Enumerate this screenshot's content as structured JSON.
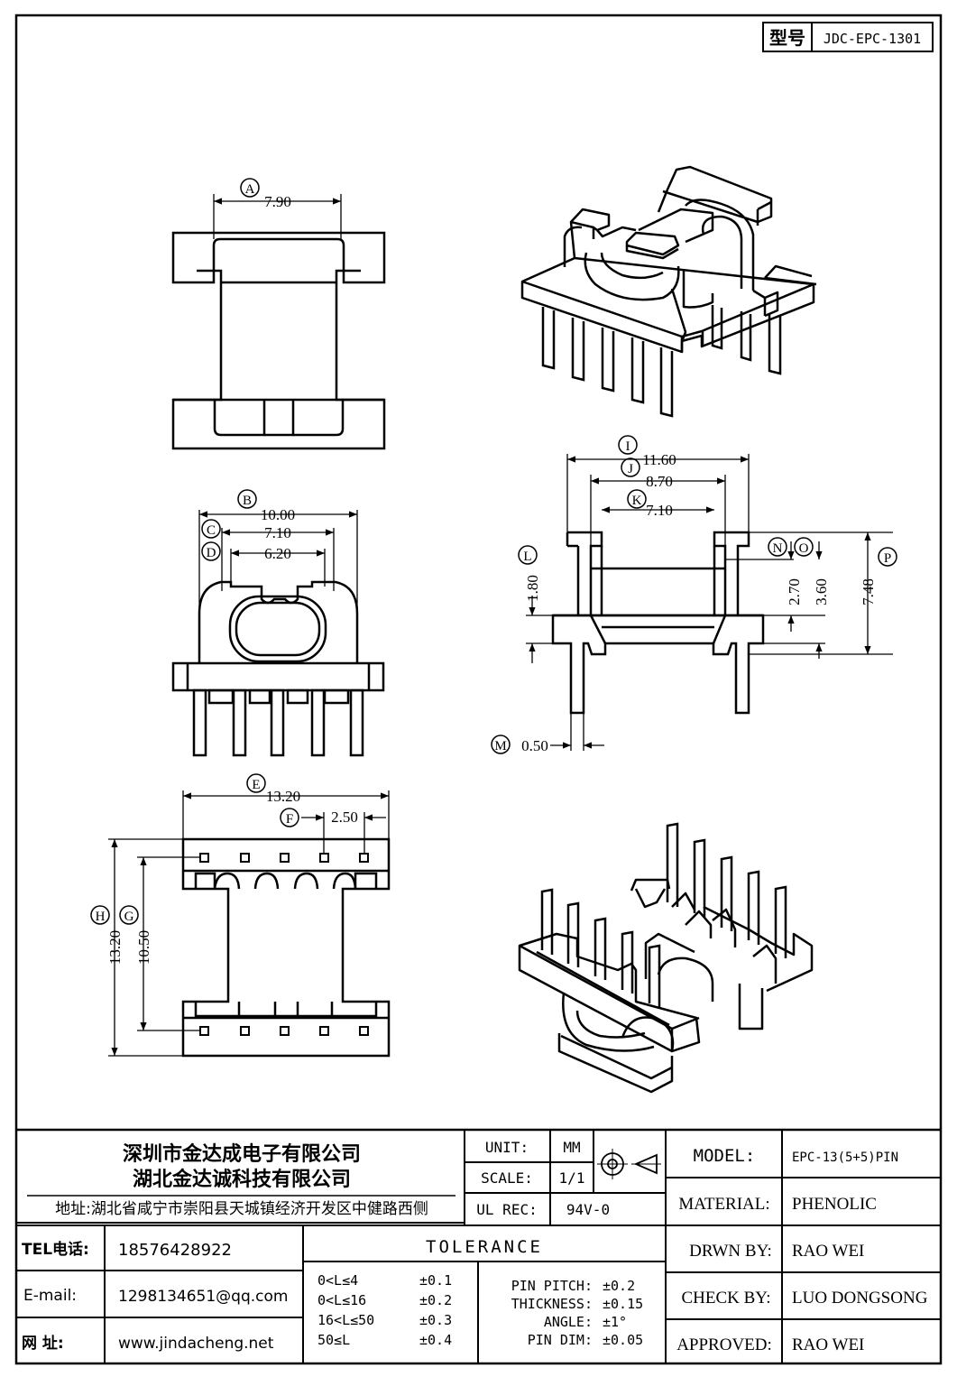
{
  "model_box": {
    "label": "型号",
    "value": "JDC-EPC-1301"
  },
  "dimensions": {
    "A": {
      "letter": "A",
      "value": "7.90"
    },
    "B": {
      "letter": "B",
      "value": "10.00"
    },
    "C": {
      "letter": "C",
      "value": "7.10"
    },
    "D": {
      "letter": "D",
      "value": "6.20"
    },
    "E": {
      "letter": "E",
      "value": "13.20"
    },
    "F": {
      "letter": "F",
      "value": "2.50"
    },
    "G": {
      "letter": "G",
      "value": "10.50"
    },
    "H": {
      "letter": "H",
      "value": "13.20"
    },
    "I": {
      "letter": "I",
      "value": "11.60"
    },
    "J": {
      "letter": "J",
      "value": "8.70"
    },
    "K": {
      "letter": "K",
      "value": "7.10"
    },
    "L": {
      "letter": "L",
      "value": "1.80"
    },
    "M": {
      "letter": "M",
      "value": "0.50"
    },
    "N": {
      "letter": "N",
      "value": "2.70"
    },
    "O": {
      "letter": "O",
      "value": "3.60"
    },
    "P": {
      "letter": "P",
      "value": "7.48"
    }
  },
  "company": {
    "name1": "深圳市金达成电子有限公司",
    "name2": "湖北金达诚科技有限公司",
    "address": "地址:湖北省咸宁市崇阳县天城镇经济开发区中健路西侧"
  },
  "contact": {
    "tel_label": "TEL电话:",
    "tel": "18576428922",
    "email_label": "E-mail:",
    "email": "1298134651@qq.com",
    "web_label": "网 址:",
    "web": "www.jindacheng.net"
  },
  "spec": {
    "unit_label": "UNIT:",
    "unit": "MM",
    "scale_label": "SCALE:",
    "scale": "1/1",
    "ulrec_label": "UL REC:",
    "ulrec": "94V-0"
  },
  "tolerance": {
    "title": "TOLERANCE",
    "rows": [
      {
        "range": "0<L≤4",
        "value": "±0.1"
      },
      {
        "range": "0<L≤16",
        "value": "±0.2"
      },
      {
        "range": "16<L≤50",
        "value": "±0.3"
      },
      {
        "range": "50≤L",
        "value": "±0.4"
      }
    ],
    "extra": [
      {
        "label": "PIN PITCH:",
        "value": "±0.2"
      },
      {
        "label": "THICKNESS:",
        "value": "±0.15"
      },
      {
        "label": "ANGLE:",
        "value": "±1°"
      },
      {
        "label": "PIN DIM:",
        "value": "±0.05"
      }
    ]
  },
  "info": {
    "model_label": "MODEL:",
    "model": "EPC-13(5+5)PIN",
    "material_label": "MATERIAL:",
    "material": "PHENOLIC",
    "drwn_label": "DRWN BY:",
    "drwn": "RAO WEI",
    "check_label": "CHECK BY:",
    "check": "LUO DONGSONG",
    "approved_label": "APPROVED:",
    "approved": "RAO WEI"
  }
}
